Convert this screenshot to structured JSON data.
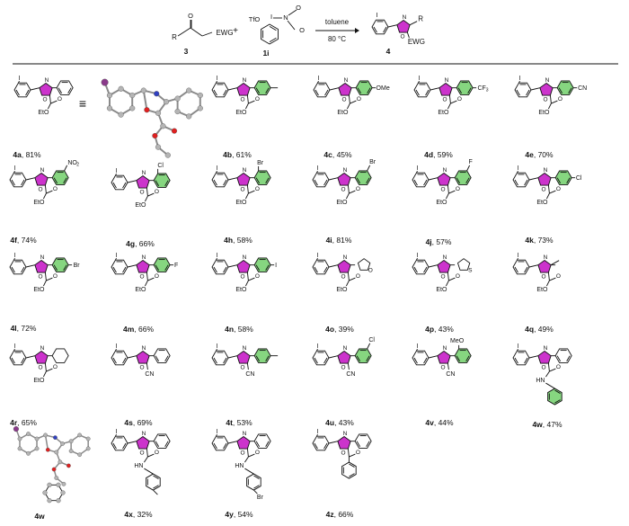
{
  "scheme": {
    "reagent_3": {
      "label": "3",
      "r": "R",
      "ewg": "EWG",
      "o": "O"
    },
    "reagent_1i": {
      "label": "1i",
      "tfo": "TfO",
      "i": "I",
      "n": "N",
      "o1": "O",
      "o2": "O"
    },
    "plus": "+",
    "arrow_top": "toluene",
    "arrow_bottom": "80 °C",
    "product_4": {
      "label": "4",
      "i": "I",
      "n": "N",
      "o": "O",
      "r": "R",
      "ewg": "EWG"
    }
  },
  "compounds": [
    {
      "id": "4a",
      "yield": "81%",
      "sub": "Ph",
      "ewg": "CO2Et"
    },
    {
      "id": "4b",
      "yield": "61%",
      "sub": "4-Me",
      "ewg": "CO2Et"
    },
    {
      "id": "4c",
      "yield": "45%",
      "sub": "4-OMe",
      "ewg": "CO2Et"
    },
    {
      "id": "4d",
      "yield": "59%",
      "sub": "4-CF3",
      "ewg": "CO2Et"
    },
    {
      "id": "4e",
      "yield": "70%",
      "sub": "4-CN",
      "ewg": "CO2Et"
    },
    {
      "id": "4f",
      "yield": "74%",
      "sub": "3-NO2",
      "ewg": "CO2Et"
    },
    {
      "id": "4g",
      "yield": "66%",
      "sub": "2-Cl",
      "ewg": "CO2Et"
    },
    {
      "id": "4h",
      "yield": "58%",
      "sub": "2-Br",
      "ewg": "CO2Et"
    },
    {
      "id": "4i",
      "yield": "81%",
      "sub": "3-Br",
      "ewg": "CO2Et"
    },
    {
      "id": "4j",
      "yield": "57%",
      "sub": "3-F",
      "ewg": "CO2Et"
    },
    {
      "id": "4k",
      "yield": "73%",
      "sub": "4-Cl",
      "ewg": "CO2Et"
    },
    {
      "id": "4l",
      "yield": "72%",
      "sub": "4-Br",
      "ewg": "CO2Et"
    },
    {
      "id": "4m",
      "yield": "66%",
      "sub": "4-F",
      "ewg": "CO2Et"
    },
    {
      "id": "4n",
      "yield": "58%",
      "sub": "4-I",
      "ewg": "CO2Et"
    },
    {
      "id": "4o",
      "yield": "39%",
      "sub": "furyl",
      "ewg": "CO2Et"
    },
    {
      "id": "4p",
      "yield": "43%",
      "sub": "thienyl",
      "ewg": "CO2Et"
    },
    {
      "id": "4q",
      "yield": "49%",
      "sub": "Me",
      "ewg": "CO2Et"
    },
    {
      "id": "4r",
      "yield": "65%",
      "sub": "cyclohexyl",
      "ewg": "CO2Et"
    },
    {
      "id": "4s",
      "yield": "69%",
      "sub": "Ph",
      "ewg": "CN"
    },
    {
      "id": "4t",
      "yield": "53%",
      "sub": "4-Me",
      "ewg": "CN"
    },
    {
      "id": "4u",
      "yield": "43%",
      "sub": "3-Cl",
      "ewg": "CN"
    },
    {
      "id": "4v",
      "yield": "44%",
      "sub": "2-OMe",
      "ewg": "CN"
    },
    {
      "id": "4w",
      "yield": "47%",
      "sub": "Ph",
      "ewg": "CONHPh"
    },
    {
      "id": "4x",
      "yield": "32%",
      "sub": "Ph",
      "ewg": "CONH-4-Tol"
    },
    {
      "id": "4y",
      "yield": "54%",
      "sub": "Ph",
      "ewg": "CONH-4-BrPh"
    },
    {
      "id": "4z",
      "yield": "66%",
      "sub": "Ph",
      "ewg": "COPh"
    }
  ],
  "atoms": {
    "i": "I",
    "n": "N",
    "o": "O",
    "eto": "EtO",
    "cn": "CN",
    "hn": "HN",
    "h": "H",
    "ome": "OMe",
    "cf3": "CF",
    "cf3_sub": "3",
    "no2": "NO",
    "no2_sub": "2",
    "cl": "Cl",
    "br": "Br",
    "f": "F",
    "meo": "MeO",
    "s": "S"
  },
  "xray_labels": {
    "equiv": "≡",
    "w": "4w"
  },
  "colors": {
    "oxazole": "#cc33cc",
    "carbon": "#1f1f1f",
    "iodine": "#8a3a8a",
    "oxygen": "#e02020",
    "nitrogen": "#3040c0"
  }
}
